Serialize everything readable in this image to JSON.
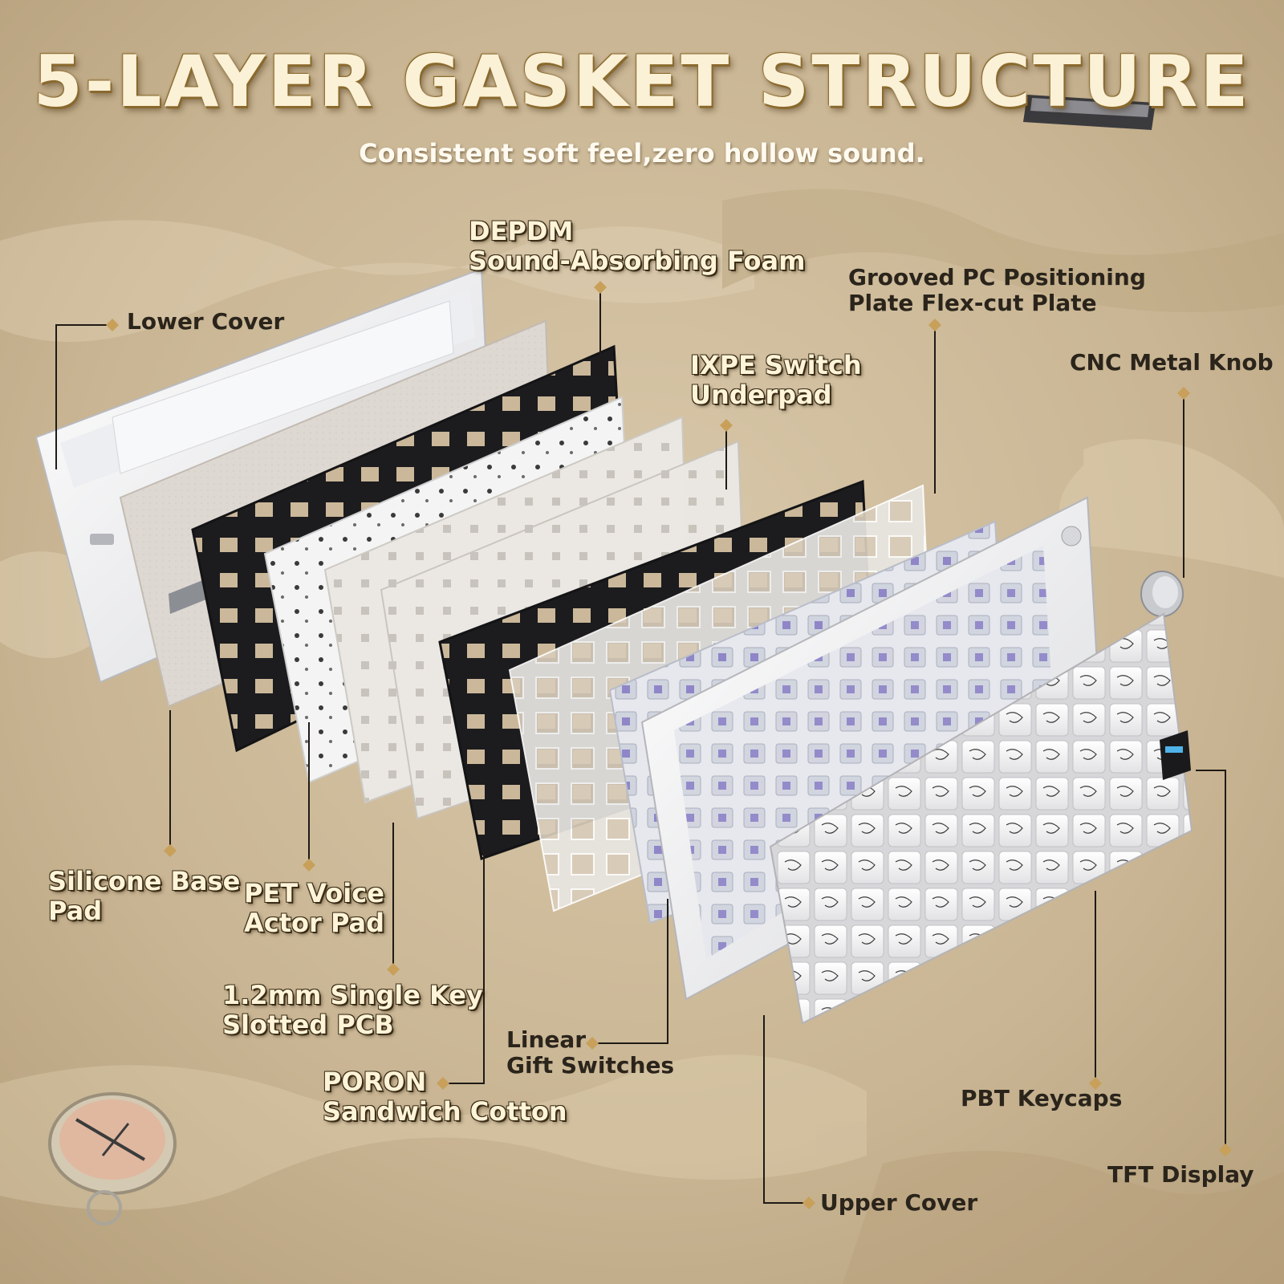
{
  "title": "5-LAYER GASKET STRUCTURE",
  "subtitle": "Consistent soft feel,zero hollow sound.",
  "colors": {
    "background": "#cbb89a",
    "title_fill": "#fbf1d6",
    "title_outline": "#8a6a2e",
    "marker": "#c8a05a",
    "leader_line": "#1f1b16"
  },
  "labels": {
    "lower_cover": "Lower Cover",
    "depdm_foam": [
      "DEPDM",
      "Sound-Absorbing Foam"
    ],
    "grooved_plate": [
      "Grooved PC Positioning",
      "Plate Flex-cut Plate"
    ],
    "ixpe_underpad": [
      "IXPE Switch",
      "Underpad"
    ],
    "cnc_knob": "CNC Metal Knob",
    "silicone_pad": [
      "Silicone Base",
      "Pad"
    ],
    "pet_pad": [
      "PET Voice",
      "Actor Pad"
    ],
    "pcb": [
      "1.2mm Single Key",
      "Slotted PCB"
    ],
    "poron_cotton": [
      "PORON",
      "Sandwich Cotton"
    ],
    "linear_switches": [
      "Linear",
      "Gift Switches"
    ],
    "pbt_keycaps": "PBT Keycaps",
    "tft_display": "TFT Display",
    "upper_cover": "Upper Cover"
  }
}
